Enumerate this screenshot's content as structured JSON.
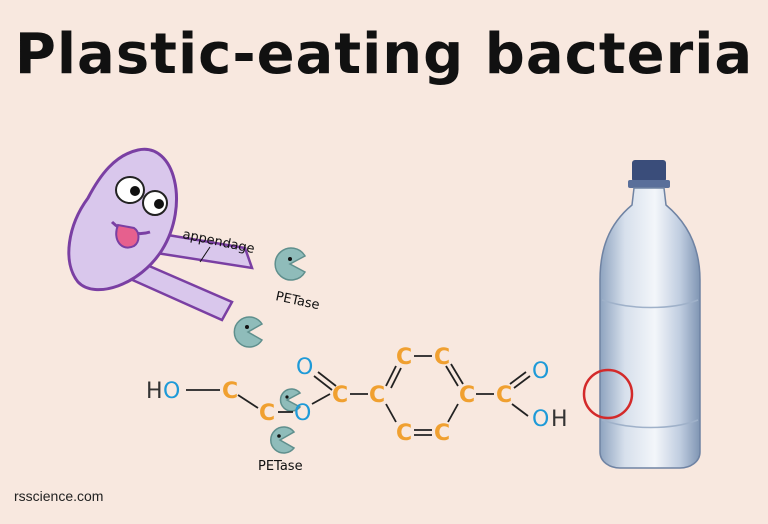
{
  "title": "Plastic-eating bacteria",
  "labels": {
    "appendage": "appendage",
    "petase_1": "PETase",
    "petase_2": "PETase"
  },
  "atoms": {
    "h_left": "H",
    "o_left": "O",
    "c1": "C",
    "c2": "C",
    "o_ester": "O",
    "o_carbonyl": "O",
    "c_carbonyl": "C",
    "ring_left": "C",
    "ring_top_left": "C",
    "ring_top_right": "C",
    "ring_right": "C",
    "ring_bottom_left": "C",
    "ring_bottom_right": "C",
    "c_acid": "C",
    "o_acid_top": "O",
    "o_acid_bottom": "O",
    "h_acid": "H"
  },
  "footer": "rsscience.com",
  "colors": {
    "background": "#f8e8df",
    "bacterium": "#d9c7ec",
    "bacterium_outline": "#7a3fa3",
    "enzyme": "#8fbcba",
    "carbon": "#f0a030",
    "oxygen": "#1e9ad8",
    "highlight_circle": "#d32a2a",
    "bottle": "#b9c8dc",
    "bottle_cap": "#3a4d7a"
  },
  "icons": [
    "bacterium-icon",
    "petase-enzyme-icon",
    "plastic-bottle-icon"
  ]
}
